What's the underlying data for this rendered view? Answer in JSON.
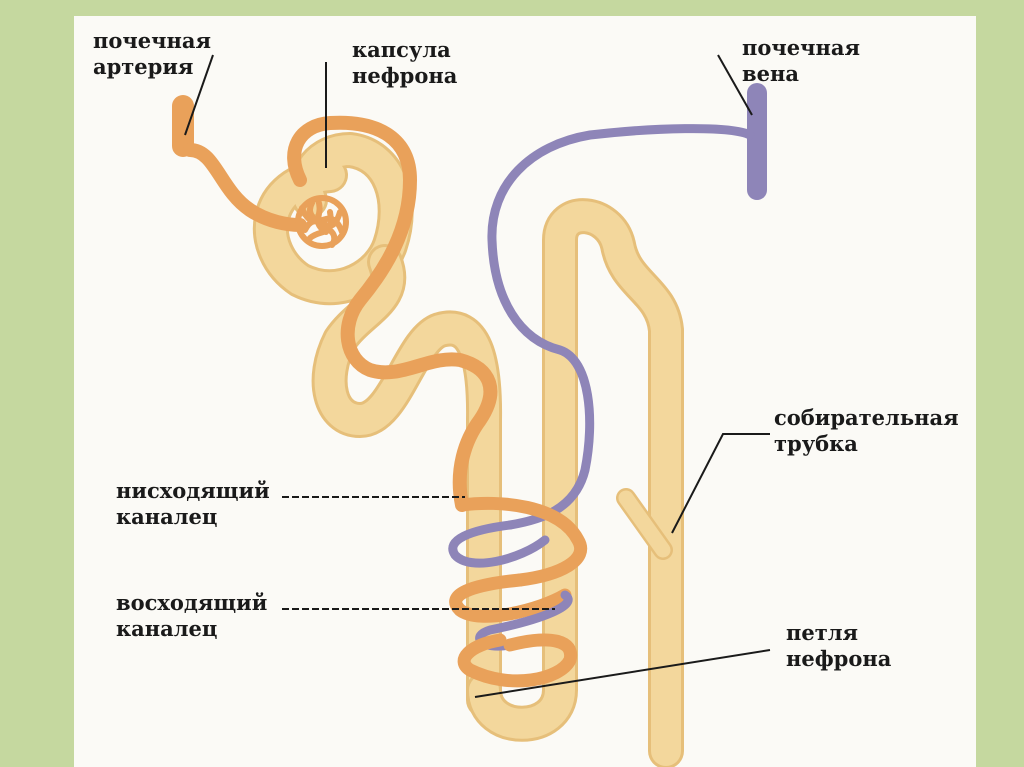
{
  "labels": {
    "renal_artery": [
      "почечная",
      "артерия"
    ],
    "capsule": [
      "капсула",
      "нефрона"
    ],
    "renal_vein": [
      "почечная",
      "вена"
    ],
    "collecting_duct": [
      "собирательная",
      "трубка"
    ],
    "descending": [
      "нисходящий",
      "каналец"
    ],
    "ascending": [
      "восходящий",
      "каналец"
    ],
    "loop": [
      "петля",
      "нефрона"
    ]
  },
  "colors": {
    "background": "#c5d89f",
    "slide": "#fbfaf6",
    "tubule": "#f3d79c",
    "tubule_edge": "#e6bf7a",
    "artery": "#e9a15a",
    "vein": "#8e85b8",
    "leader": "#1a1a1a"
  }
}
